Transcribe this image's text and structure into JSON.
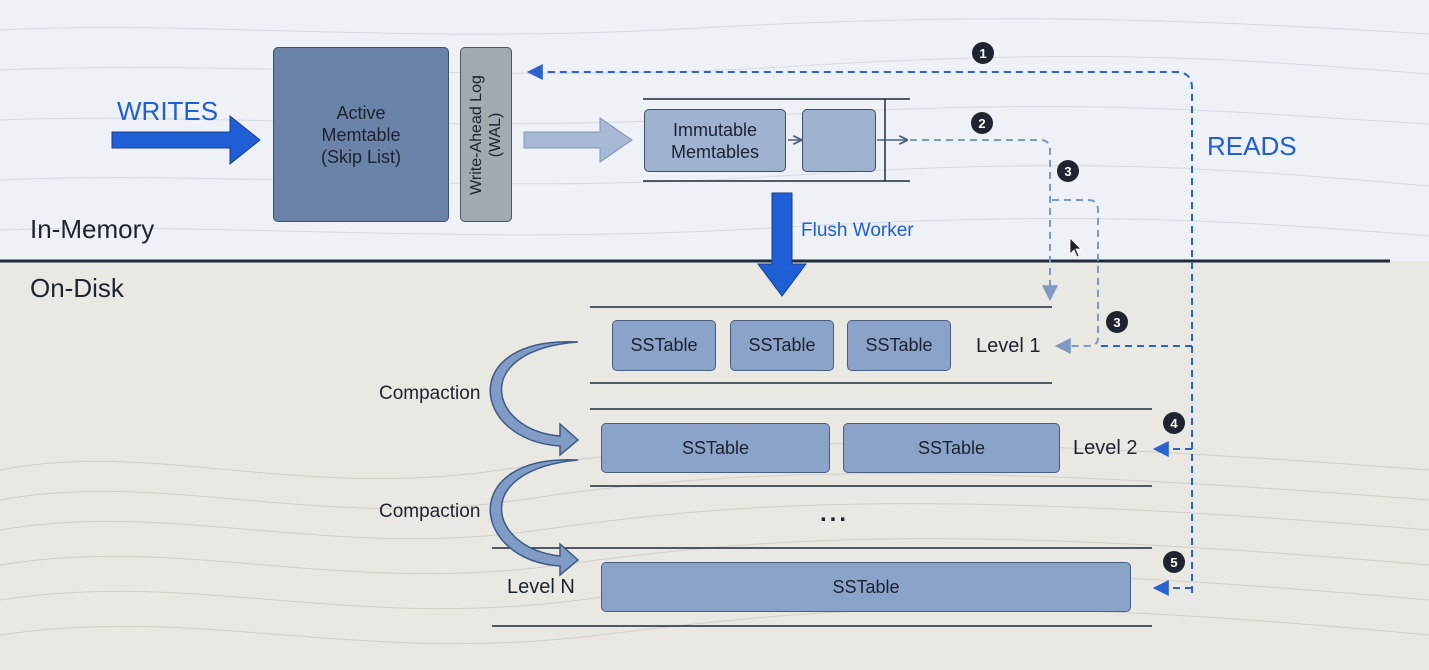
{
  "regions": {
    "memory": "In-Memory",
    "disk": "On-Disk"
  },
  "writes_label": "WRITES",
  "reads_label": "READS",
  "active_memtable": "Active\nMemtable\n(Skip List)",
  "wal": "Write-Ahead Log\n(WAL)",
  "immutable_memtables": "Immutable\nMemtables",
  "flush_worker": "Flush Worker",
  "compaction_labels": [
    "Compaction",
    "Compaction"
  ],
  "levels": {
    "level1": {
      "label": "Level 1",
      "sstables": [
        "SSTable",
        "SSTable",
        "SSTable"
      ]
    },
    "level2": {
      "label": "Level 2",
      "sstables": [
        "SSTable",
        "SSTable"
      ]
    },
    "ellipsis": "...",
    "levelN": {
      "label": "Level N",
      "sstables": [
        "SSTable"
      ]
    }
  },
  "read_steps": [
    "1",
    "2",
    "3",
    "3",
    "4",
    "5"
  ],
  "colors": {
    "memory_bg": "#eef1f5",
    "disk_bg": "#e9e8e3",
    "accent_blue": "#1f5fd6",
    "light_blue": "#8aa6d2",
    "divider": "#1f2a3a"
  }
}
